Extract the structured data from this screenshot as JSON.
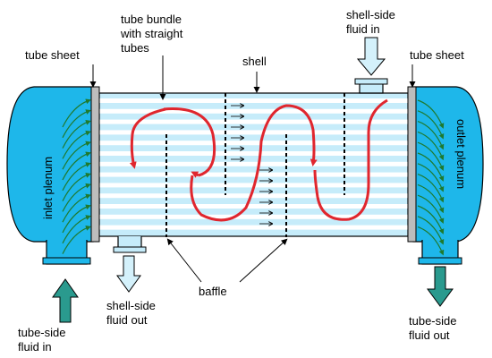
{
  "labels": {
    "tube_bundle": [
      "tube bundle",
      "with straight",
      "tubes"
    ],
    "tube_sheet_left": "tube sheet",
    "tube_sheet_right": "tube sheet",
    "shell": "shell",
    "shell_side_in": [
      "shell-side",
      "fluid in"
    ],
    "shell_side_out": [
      "shell-side",
      "fluid out"
    ],
    "baffle": "baffle",
    "tube_side_in": [
      "tube-side",
      "fluid in"
    ],
    "tube_side_out": [
      "tube-side",
      "fluid out"
    ],
    "inlet_plenum": "inlet plenum",
    "outlet_plenum": "outlet plenum"
  },
  "colors": {
    "plenum_fill": "#1eb7ea",
    "shell_fill": "#c6ecfa",
    "tube_fill": "#ffffff",
    "flow_arrow": "#e0262e",
    "tube_side_arrow": "#2a9a8e",
    "shell_side_arrow": "#d4f1fb",
    "tube_flow_line": "#1f7a2e"
  }
}
